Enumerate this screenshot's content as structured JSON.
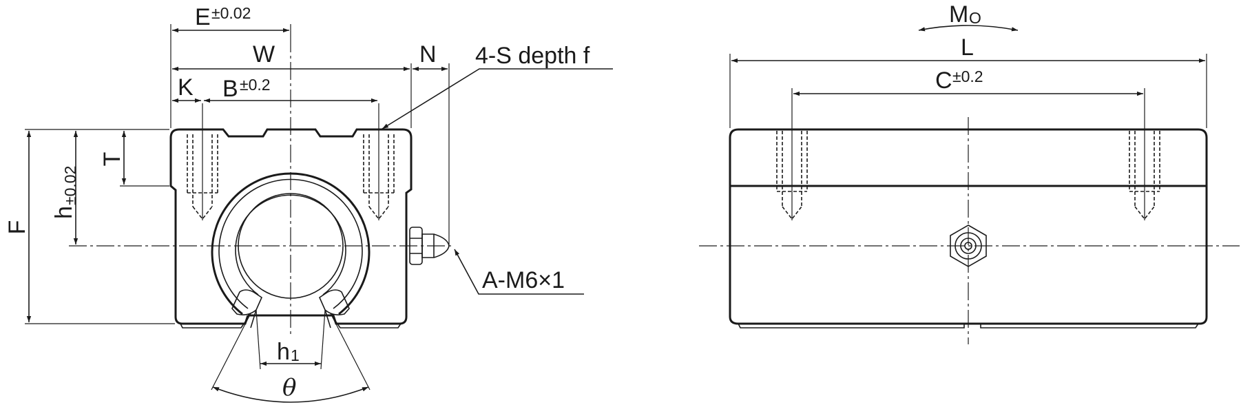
{
  "front_view": {
    "label_E": "E",
    "tol_E": "±0.02",
    "label_W": "W",
    "label_N": "N",
    "label_K": "K",
    "label_B": "B",
    "tol_B": "±0.2",
    "label_T": "T",
    "label_h": "h",
    "tol_h": "±0.02",
    "label_F": "F",
    "label_h1": "h",
    "sub_h1": "1",
    "label_theta": "θ",
    "callout_holes": "4-S depth f",
    "callout_grease": "A-M6×1"
  },
  "side_view": {
    "label_M": "M",
    "sub_M": "O",
    "label_L": "L",
    "label_C": "C",
    "tol_C": "±0.2"
  }
}
